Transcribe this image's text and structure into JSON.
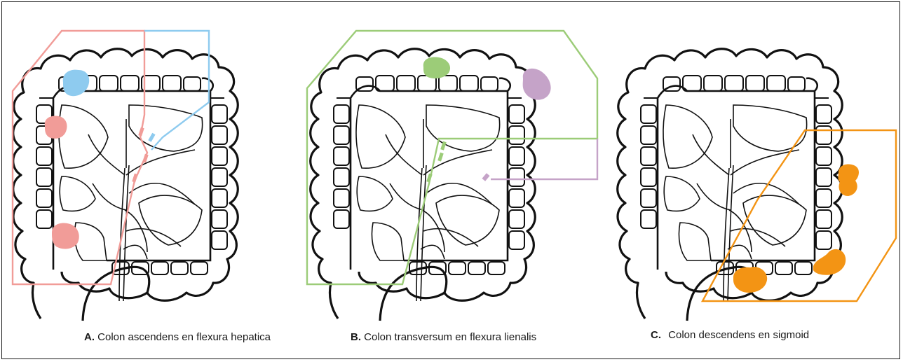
{
  "panels": [
    {
      "letter": "A.",
      "text": "Colon ascendens en flexura hepatica",
      "colors": {
        "primary": "#f19c98",
        "secondary": "#8ecbef"
      }
    },
    {
      "letter": "B.",
      "text": "Colon transversum en flexura lienalis",
      "colors": {
        "primary": "#9ccc78",
        "secondary": "#c5a3c8"
      }
    },
    {
      "letter": "C.",
      "text": "Colon descendens en sigmoid",
      "colors": {
        "primary": "#f39414"
      }
    }
  ]
}
